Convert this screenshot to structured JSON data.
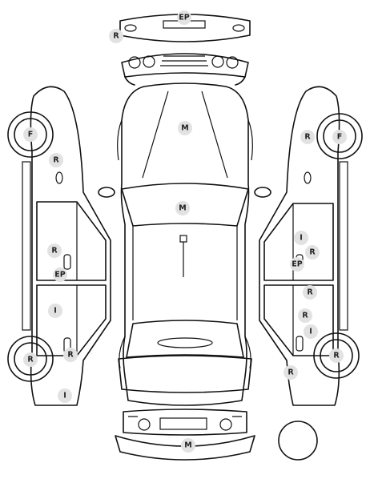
{
  "colors": {
    "line": "#111111",
    "marker_fill": "#e2e2e2",
    "marker_text": "#222222",
    "background": "#ffffff"
  },
  "markers": {
    "front_bumper_ep": "EP",
    "front_bumper_r": "R",
    "hood_m": "M",
    "roof_m": "M",
    "rear_bumper_m": "M",
    "left_front_wheel_f": "F",
    "left_fender_r": "R",
    "left_front_door_r": "R",
    "left_front_door_ep": "EP",
    "left_rear_door_i": "I",
    "left_rear_fender_r": "R",
    "left_rear_wheel_r": "R",
    "left_rocker_i": "I",
    "right_fender_r": "R",
    "right_front_wheel_f": "F",
    "right_front_door_i": "I",
    "right_front_door_r": "R",
    "right_front_door_ep": "EP",
    "right_rear_door_r1": "R",
    "right_rear_door_r2": "R",
    "right_rear_door_i": "I",
    "right_rear_wheel_r": "R",
    "right_rocker_r": "R"
  }
}
